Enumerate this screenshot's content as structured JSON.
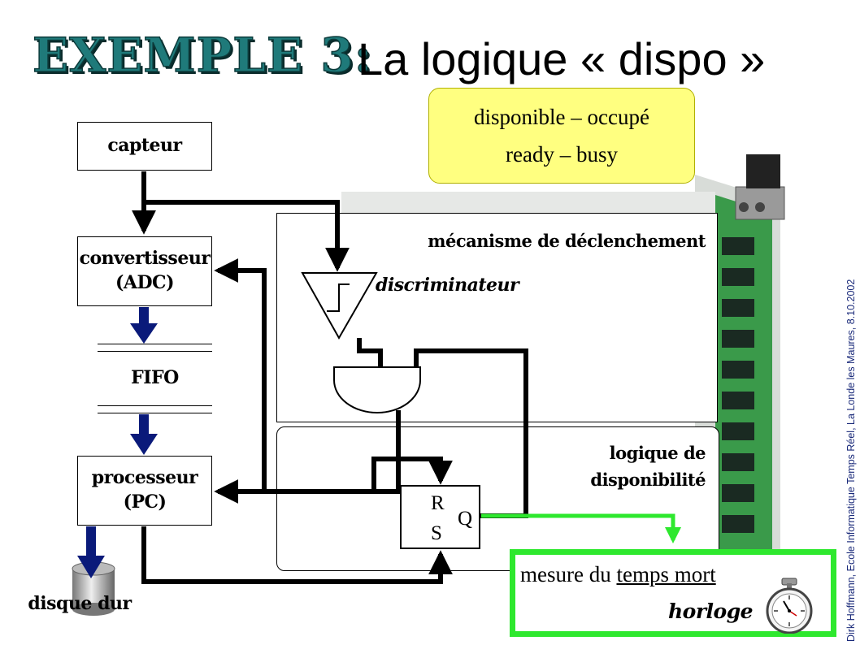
{
  "title": {
    "main": "EXEMPLE 3:",
    "sub": "La logique « dispo »"
  },
  "states": {
    "line1": "disponible – occupé",
    "line2": "ready – busy"
  },
  "blocks": {
    "capteur": "capteur",
    "convertisseur_line1": "convertisseur",
    "convertisseur_line2": "(ADC)",
    "fifo": "FIFO",
    "processeur_line1": "processeur",
    "processeur_line2": "(PC)",
    "disque": "disque dur"
  },
  "trigger_panel": {
    "label": "mécanisme de déclenchement",
    "discriminator": "discriminateur"
  },
  "availability_panel": {
    "label_line1": "logique de",
    "label_line2": "disponibilité"
  },
  "flipflop": {
    "r": "R",
    "s": "S",
    "q": "Q"
  },
  "dead_time": {
    "label_prefix": "mesure du ",
    "label_underlined": "temps mort",
    "clock": "horloge"
  },
  "credit": "Dirk Hoffmann, Ecole Informatique Temps Réel, La Londe les Maures, 8.10.2002",
  "colors": {
    "title_teal": "#1f7a7a",
    "yellow_note": "#ffff80",
    "green_highlight": "#2ee82e",
    "data_arrow": "#0a1a7a"
  }
}
